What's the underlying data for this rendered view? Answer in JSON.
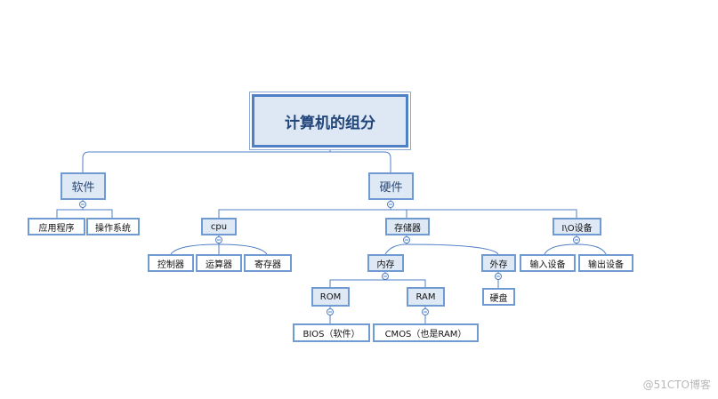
{
  "root": "计算机的组分",
  "software": {
    "label": "软件",
    "children": [
      "应用程序",
      "操作系统"
    ]
  },
  "hardware": {
    "label": "硬件",
    "cpu": {
      "label": "cpu",
      "children": [
        "控制器",
        "运算器",
        "寄存器"
      ]
    },
    "storage": {
      "label": "存储器",
      "memory": {
        "label": "内存",
        "rom": {
          "label": "ROM",
          "child": "BIOS（软件）"
        },
        "ram": {
          "label": "RAM",
          "child": "CMOS（也是RAM）"
        }
      },
      "external": {
        "label": "外存",
        "child": "硬盘"
      }
    },
    "io": {
      "label": "I\\O设备",
      "children": [
        "输入设备",
        "输出设备"
      ]
    }
  },
  "collapse_symbol": "−",
  "watermark": "@51CTO博客",
  "colors": {
    "line": "#4f7fc4",
    "node_fill": "#dfe9f5",
    "node_border": "#6f9ad2",
    "root_text": "#23467a"
  }
}
